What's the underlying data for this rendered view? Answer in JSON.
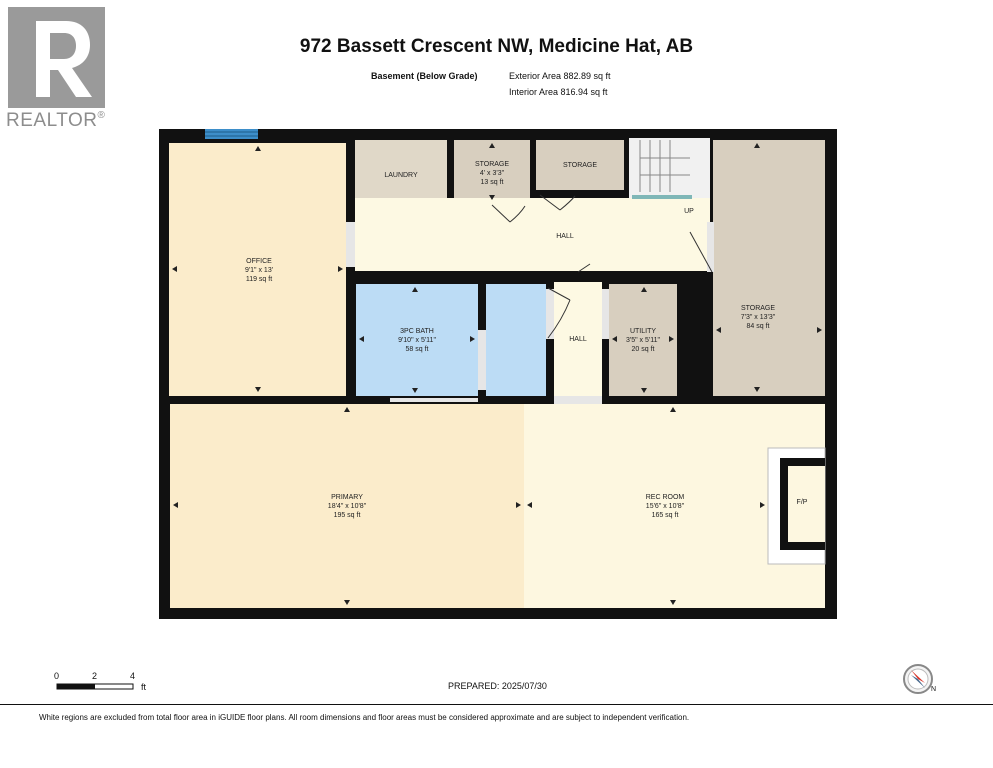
{
  "branding": {
    "logo_icon": "realtor-r-icon",
    "logo_text": "REALTOR",
    "logo_mark": "®"
  },
  "header": {
    "title": "972 Bassett Crescent NW, Medicine Hat, AB",
    "level": "Basement (Below Grade)",
    "exterior_area": "Exterior Area 882.89 sq ft",
    "interior_area": "Interior Area 816.94 sq ft"
  },
  "rooms": {
    "office": {
      "name": "OFFICE",
      "dims": "9'1\" x 13'",
      "area": "119 sq ft"
    },
    "laundry": {
      "name": "LAUNDRY"
    },
    "storage_small": {
      "name": "STORAGE",
      "dims": "4' x 3'3\"",
      "area": "13 sq ft"
    },
    "storage_mid": {
      "name": "STORAGE"
    },
    "up": {
      "name": "UP"
    },
    "hall_upper": {
      "name": "HALL"
    },
    "bath": {
      "name": "3PC BATH",
      "dims": "9'10\" x 5'11\"",
      "area": "58 sq ft"
    },
    "hall_lower": {
      "name": "HALL"
    },
    "utility": {
      "name": "UTILITY",
      "dims": "3'5\" x 5'11\"",
      "area": "20 sq ft"
    },
    "storage_large": {
      "name": "STORAGE",
      "dims": "7'3\" x 13'3\"",
      "area": "84 sq ft"
    },
    "primary": {
      "name": "PRIMARY",
      "dims": "18'4\" x 10'8\"",
      "area": "195 sq ft"
    },
    "rec_room": {
      "name": "REC ROOM",
      "dims": "15'6\" x 10'8\"",
      "area": "165 sq ft"
    },
    "fireplace": {
      "name": "F/P"
    }
  },
  "colors": {
    "wall": "#111111",
    "office": "#fbeccb",
    "primary": "#fbeccb",
    "rec_room": "#fdf7e0",
    "hall": "#fdf9e3",
    "laundry": "#e0d8c8",
    "storage": "#d8cfbf",
    "bath": "#bcdcf5",
    "window": "#3d8ec9"
  },
  "scale": {
    "ticks": [
      "0",
      "2",
      "4"
    ],
    "unit": "ft"
  },
  "footer": {
    "prepared": "PREPARED: 2025/07/30",
    "disclaimer": "White regions are excluded from total floor area in iGUIDE floor plans. All room dimensions and floor areas must be considered approximate and are subject to independent verification.",
    "compass_label": "N",
    "compass_icon": "compass-icon"
  }
}
